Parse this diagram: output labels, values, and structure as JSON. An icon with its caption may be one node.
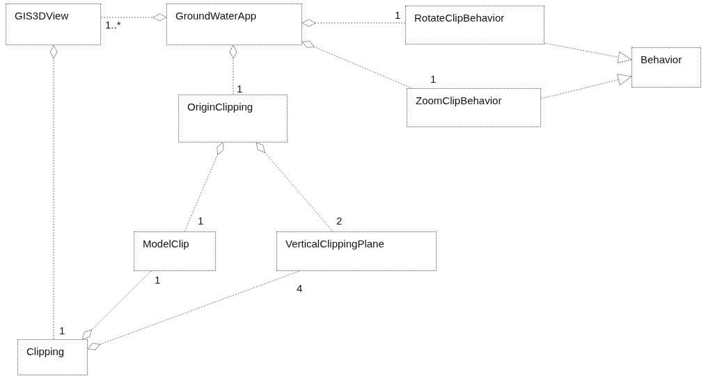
{
  "diagram": {
    "nodes": [
      {
        "text": [
          "GIS3DView"
        ]
      },
      {
        "text": [
          "GroundWaterApp"
        ]
      },
      {
        "text": [
          "RotateClipBehavior"
        ]
      },
      {
        "text": [
          "Behavior"
        ]
      },
      {
        "text": [
          "ZoomClipBehavior"
        ]
      },
      {
        "text": [
          "OriginClipping"
        ]
      },
      {
        "text": [
          "ModelClip"
        ]
      },
      {
        "text": [
          "VerticalClippingPlane"
        ]
      },
      {
        "text": [
          "Clipping"
        ]
      }
    ],
    "edges": [
      {
        "from": 0,
        "to": 1,
        "arrow": "other",
        "label": "1..*"
      },
      {
        "from": 2,
        "to": 1,
        "arrow": "other",
        "label": "1"
      },
      {
        "from": 4,
        "to": 1,
        "arrow": "other",
        "label": "1"
      },
      {
        "from": 5,
        "to": 1,
        "arrow": "other",
        "label": "1"
      },
      {
        "from": 6,
        "to": 5,
        "arrow": "other",
        "label": "1"
      },
      {
        "from": 7,
        "to": 5,
        "arrow": "other",
        "label": "2"
      },
      {
        "from": 8,
        "to": 0,
        "arrow": "other",
        "label": "1"
      },
      {
        "from": 6,
        "to": 8,
        "arrow": "other",
        "label": "1"
      },
      {
        "from": 7,
        "to": 8,
        "arrow": "other",
        "label": "4"
      },
      {
        "from": 2,
        "to": 3,
        "arrow": "to"
      },
      {
        "from": 4,
        "to": 3,
        "arrow": "to"
      }
    ]
  }
}
